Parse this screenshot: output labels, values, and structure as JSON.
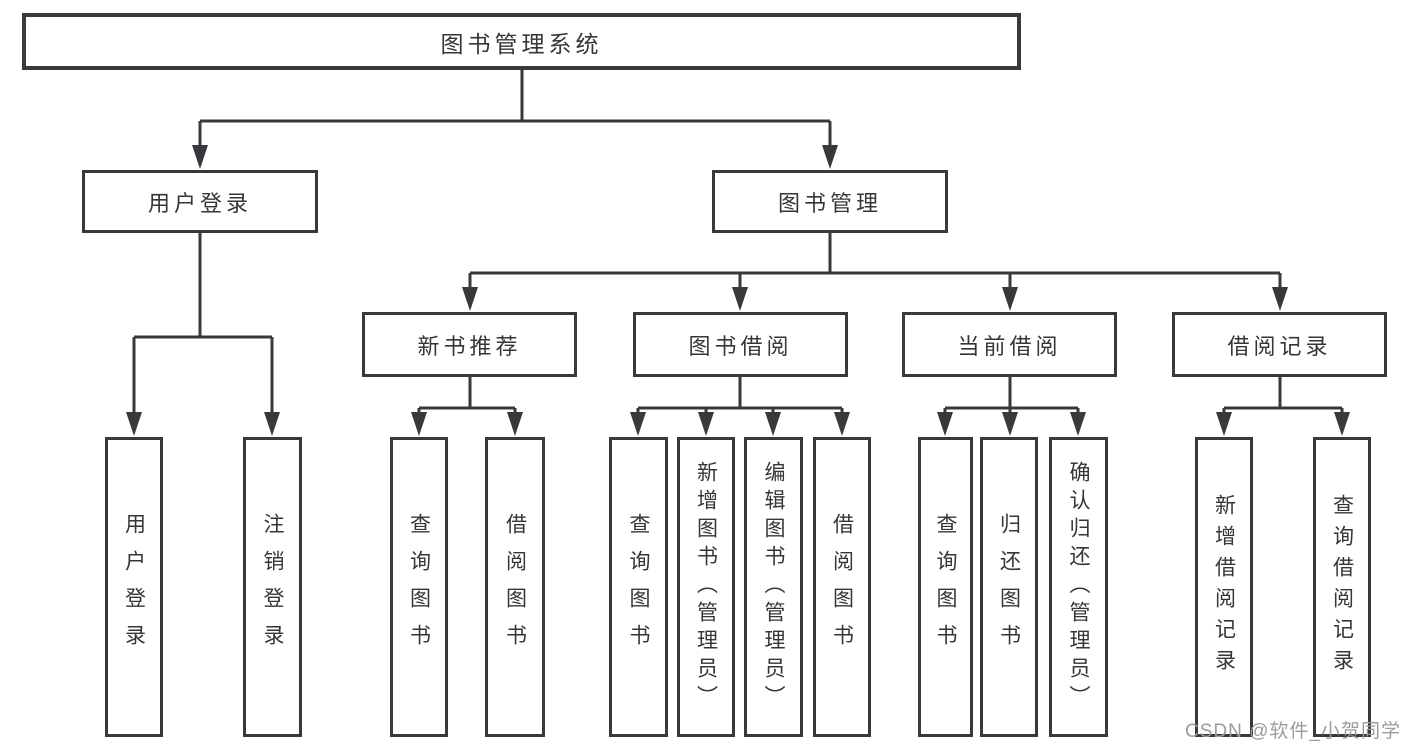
{
  "diagram": {
    "root": {
      "label": "图书管理系统"
    },
    "level2": [
      {
        "label": "用户登录"
      },
      {
        "label": "图书管理"
      }
    ],
    "level3": [
      {
        "label": "新书推荐"
      },
      {
        "label": "图书借阅"
      },
      {
        "label": "当前借阅"
      },
      {
        "label": "借阅记录"
      }
    ],
    "leaves": {
      "user_login": [
        {
          "label": "用户登录"
        },
        {
          "label": "注销登录"
        }
      ],
      "new_book_recommend": [
        {
          "label": "查询图书"
        },
        {
          "label": "借阅图书"
        }
      ],
      "book_borrow": [
        {
          "label": "查询图书"
        },
        {
          "label": "新增图书（管理员）"
        },
        {
          "label": "编辑图书（管理员）"
        },
        {
          "label": "借阅图书"
        }
      ],
      "current_borrow": [
        {
          "label": "查询图书"
        },
        {
          "label": "归还图书"
        },
        {
          "label": "确认归还（管理员）"
        }
      ],
      "borrow_records": [
        {
          "label": "新增借阅记录"
        },
        {
          "label": "查询借阅记录"
        }
      ]
    },
    "watermark": "CSDN @软件_小贺同学",
    "colors": {
      "line": "#37393c",
      "text": "#363636",
      "watermark": "#9c9c9c",
      "background": "#ffffff"
    }
  }
}
